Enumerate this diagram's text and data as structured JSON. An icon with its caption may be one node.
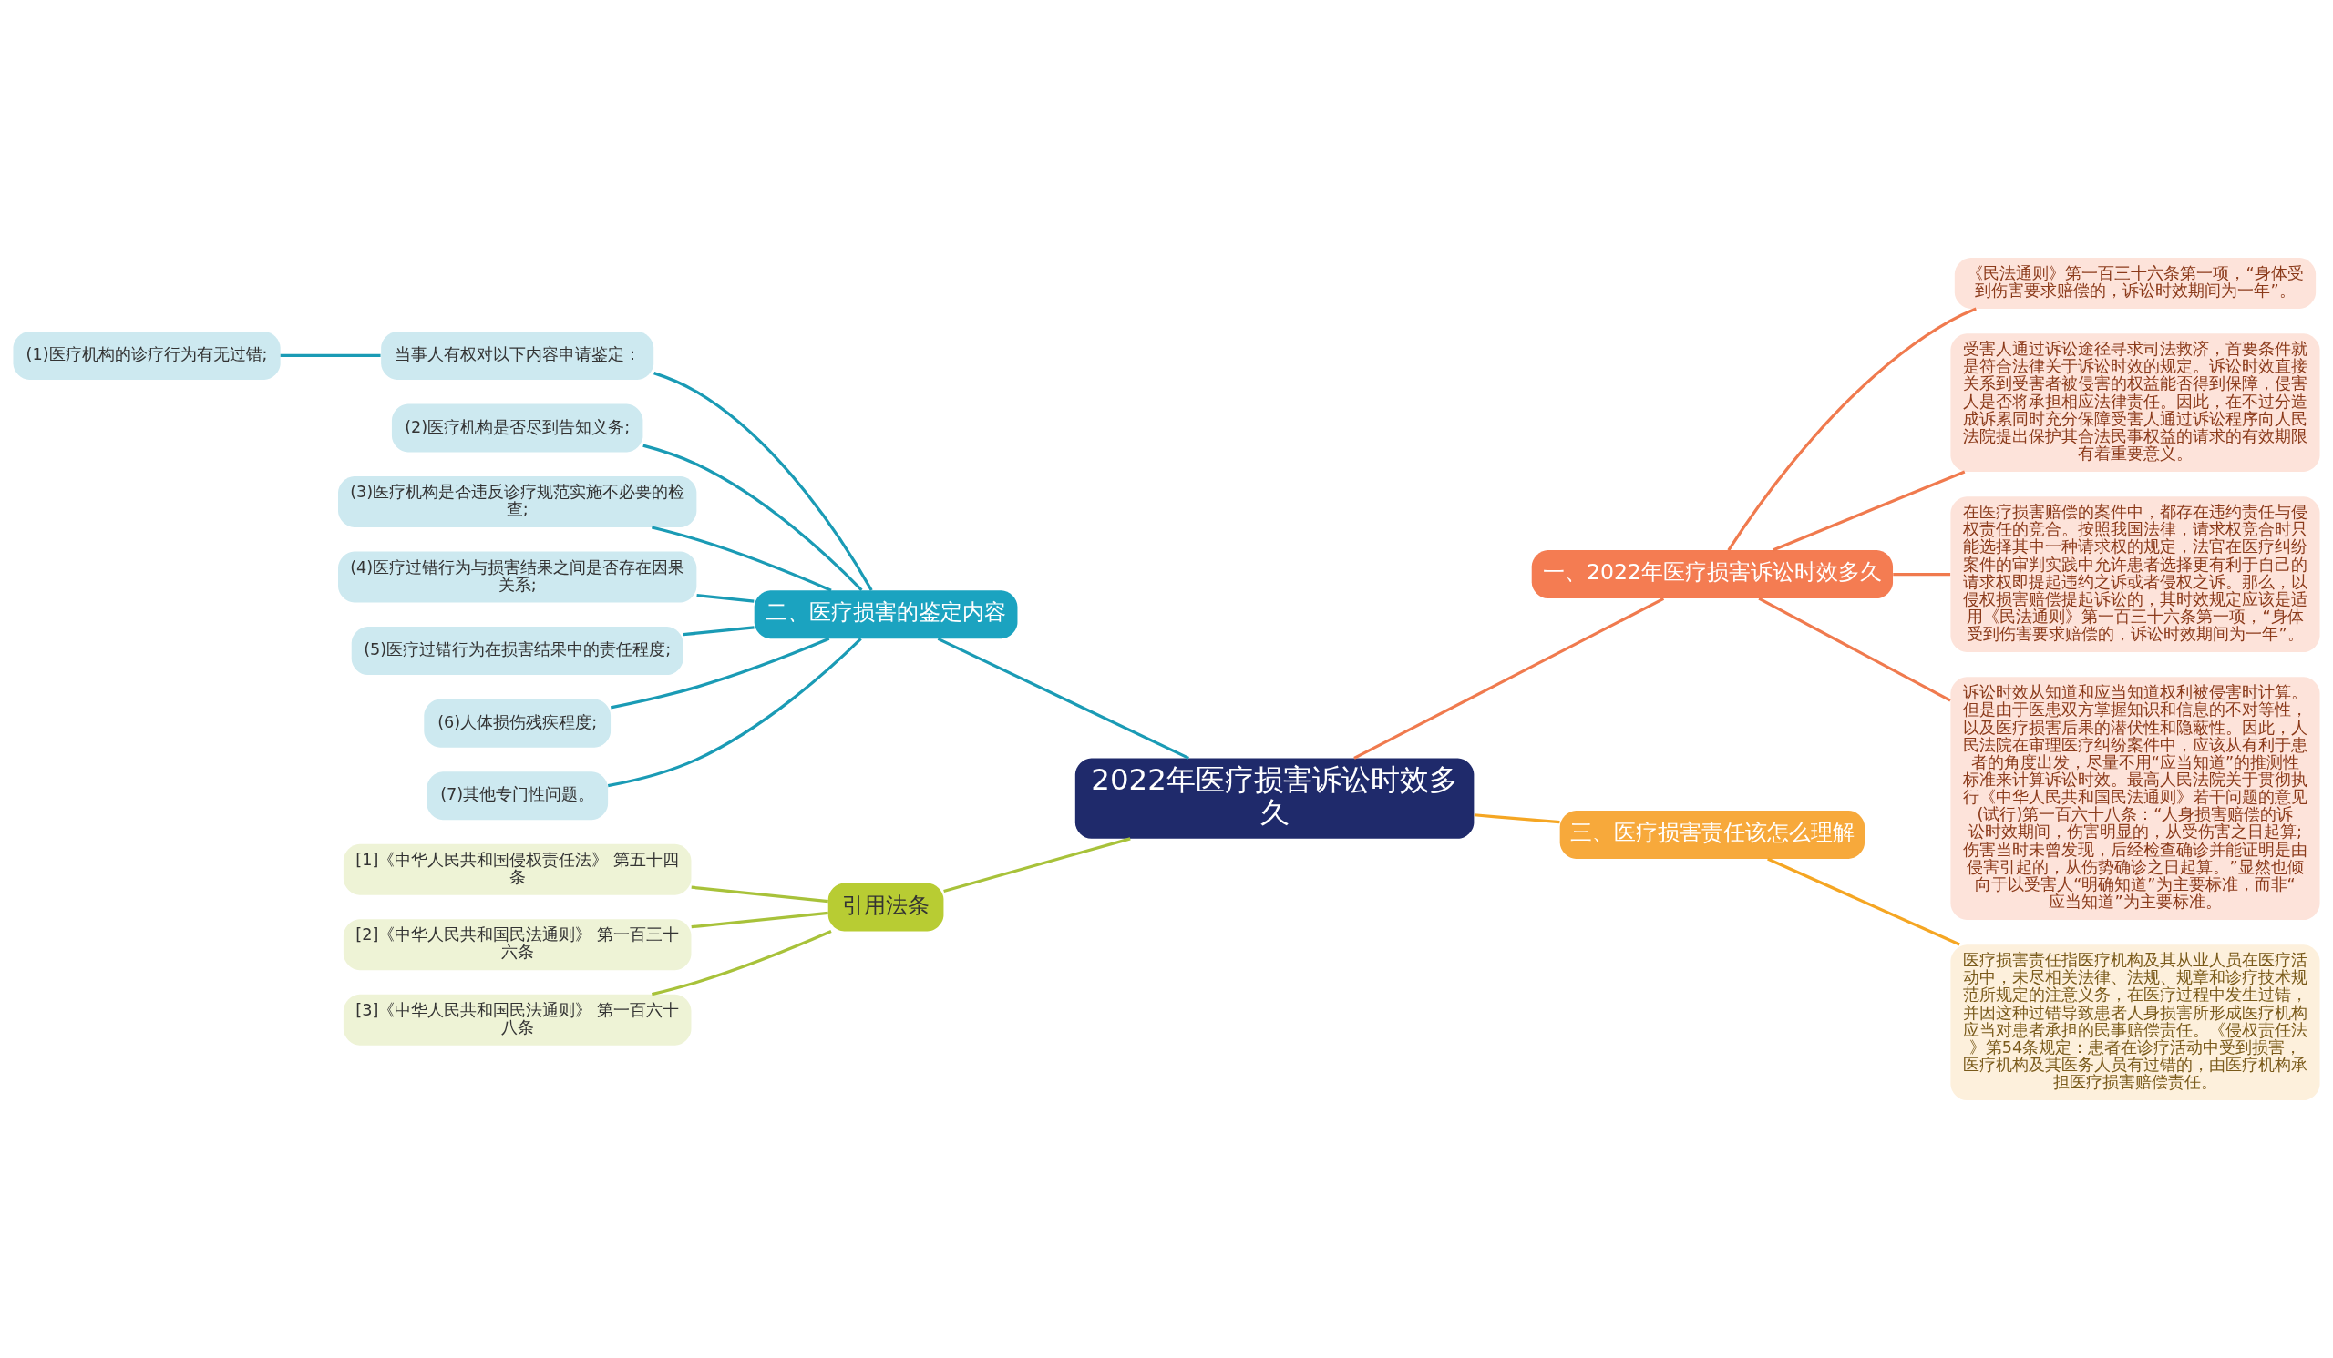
{
  "diagram": {
    "nodes": [
      {
        "text": [
          "2022年医疗损害诉讼时效多久"
        ]
      },
      {
        "text": [
          "一、2022年医疗损害诉讼时效多久"
        ]
      },
      {
        "text": [
          "《民法通则》第一百三十六条第一项，“身体受到伤害要求赔偿的，诉讼时效期间为一年”。"
        ]
      },
      {
        "text": [
          "受害人通过诉讼途径寻求司法救济，首要条件就是符合法律关于诉讼时效的规定。诉讼时效直接关系到受害者被侵害的权益能否得到保障，侵害人是否将承担相应法律责任。因此，在不过分造成诉累同时充分保障受害人通过诉讼程序向人民法院提出保护其合法民事权益的请求的有效期限有着重要意义。"
        ]
      },
      {
        "text": [
          "在医疗损害赔偿的案件中，都存在违约责任与侵权责任的竞合。按照我国法律，请求权竞合时只能选择其中一种请求权的规定，法官在医疗纠纷案件的审判实践中允许患者选择更有利于自己的请求权即提起违约之诉或者侵权之诉。那么，以侵权损害赔偿提起诉讼的，其时效规定应该是适用《民法通则》第一百三十六条第一项，“身体受到伤害要求赔偿的，诉讼时效期间为一年”。"
        ]
      },
      {
        "text": [
          "诉讼时效从知道和应当知道权利被侵害时计算。但是由于医患双方掌握知识和信息的不对等性，以及医疗损害后果的潜伏性和隐蔽性。因此，人民法院在审理医疗纠纷案件中，应该从有利于患者的角度出发，尽量不用“应当知道”的推测性标准来计算诉讼时效。最高人民法院关于贯彻执行《中华人民共和国民法通则》若干问题的意见(试行)第一百六十八条：“人身损害赔偿的诉讼时效期间，伤害明显的，从受伤害之日起算;伤害当时未曾发现，后经检查确诊并能证明是由侵害引起的，从伤势确诊之日起算。”显然也倾向于以受害人“明确知道”为主要标准，而非“应当知道”为主要标准。"
        ]
      },
      {
        "text": [
          "三、医疗损害责任该怎么理解"
        ]
      },
      {
        "text": [
          "医疗损害责任指医疗机构及其从业人员在医疗活动中，未尽相关法律、法规、规章和诊疗技术规范所规定的注意义务，在医疗过程中发生过错，并因这种过错导致患者人身损害所形成医疗机构应当对患者承担的民事赔偿责任。《侵权责任法》第54条规定：患者在诊疗活动中受到损害，医疗机构及其医务人员有过错的，由医疗机构承担医疗损害赔偿责任。"
        ]
      },
      {
        "text": [
          "二、医疗损害的鉴定内容"
        ]
      },
      {
        "text": [
          "当事人有权对以下内容申请鉴定："
        ]
      },
      {
        "text": [
          "(1)医疗机构的诊疗行为有无过错;"
        ]
      },
      {
        "text": [
          "(2)医疗机构是否尽到告知义务;"
        ]
      },
      {
        "text": [
          "(3)医疗机构是否违反诊疗规范实施不必要的检查;"
        ]
      },
      {
        "text": [
          "(4)医疗过错行为与损害结果之间是否存在因果关系;"
        ]
      },
      {
        "text": [
          "(5)医疗过错行为在损害结果中的责任程度;"
        ]
      },
      {
        "text": [
          "(6)人体损伤残疾程度;"
        ]
      },
      {
        "text": [
          "(7)其他专门性问题。"
        ]
      },
      {
        "text": [
          "引用法条"
        ]
      },
      {
        "text": [
          "[1]《中华人民共和国侵权责任法》 第五十四条"
        ]
      },
      {
        "text": [
          "[2]《中华人民共和国民法通则》 第一百三十六条"
        ]
      },
      {
        "text": [
          "[3]《中华人民共和国民法通则》 第一百六十八条"
        ]
      }
    ],
    "edges": [
      {
        "from": 0,
        "to": 1,
        "arrow": "none",
        "color": "#f07a4e"
      },
      {
        "from": 1,
        "to": 2,
        "arrow": "none",
        "color": "#f07a4e"
      },
      {
        "from": 1,
        "to": 3,
        "arrow": "none",
        "color": "#f07a4e"
      },
      {
        "from": 1,
        "to": 4,
        "arrow": "none",
        "color": "#f07a4e"
      },
      {
        "from": 1,
        "to": 5,
        "arrow": "none",
        "color": "#f07a4e"
      },
      {
        "from": 0,
        "to": 6,
        "arrow": "none",
        "color": "#f5a623"
      },
      {
        "from": 6,
        "to": 7,
        "arrow": "none",
        "color": "#f5a623"
      },
      {
        "from": 0,
        "to": 8,
        "arrow": "none"
      },
      {
        "from": 8,
        "to": 9,
        "arrow": "none"
      },
      {
        "from": 9,
        "to": 10,
        "arrow": "none"
      },
      {
        "from": 8,
        "to": 11,
        "arrow": "none"
      },
      {
        "from": 8,
        "to": 12,
        "arrow": "none"
      },
      {
        "from": 8,
        "to": 13,
        "arrow": "none"
      },
      {
        "from": 8,
        "to": 14,
        "arrow": "none"
      },
      {
        "from": 8,
        "to": 15,
        "arrow": "none"
      },
      {
        "from": 8,
        "to": 16,
        "arrow": "none"
      },
      {
        "from": 0,
        "to": 17,
        "arrow": "none",
        "color": "#a8c23a"
      },
      {
        "from": 17,
        "to": 18,
        "arrow": "none",
        "color": "#a8c23a"
      },
      {
        "from": 17,
        "to": 19,
        "arrow": "none",
        "color": "#a8c23a"
      },
      {
        "from": 17,
        "to": 20,
        "arrow": "none",
        "color": "#a8c23a"
      }
    ]
  }
}
